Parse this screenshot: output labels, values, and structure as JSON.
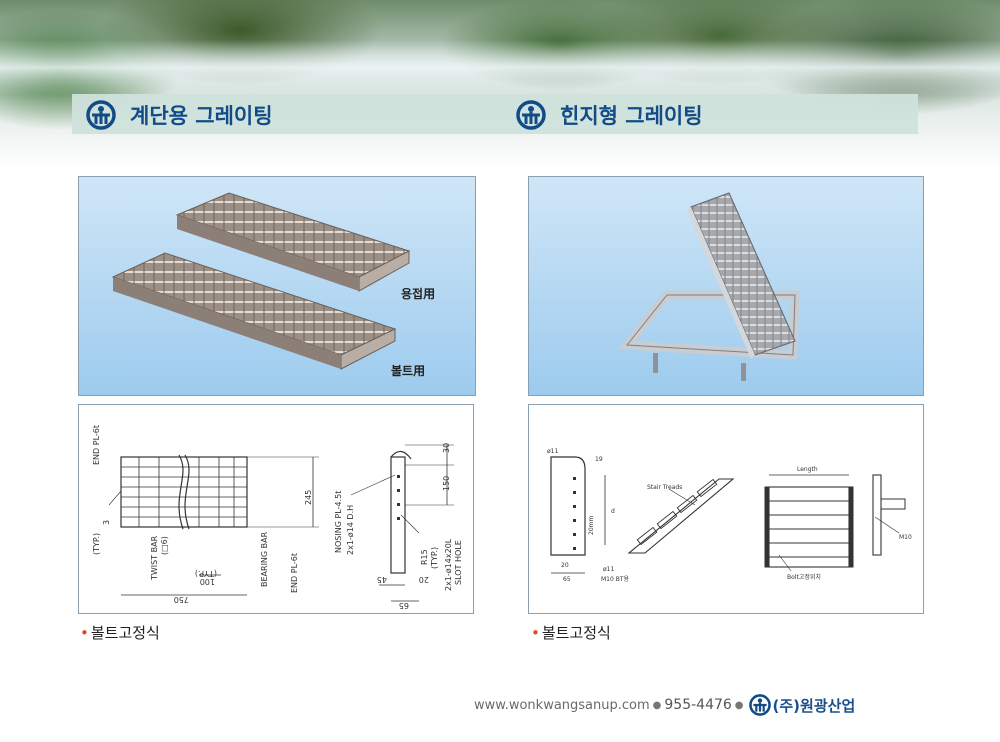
{
  "header": {
    "left_title": "계단용 그레이팅",
    "right_title": "힌지형 그레이팅"
  },
  "left_photo": {
    "label_top": "용접用",
    "label_bottom": "볼트用"
  },
  "left_drawing": {
    "labels": {
      "end_pl": "END PL-6t",
      "typ": "(TYP.)",
      "weld": "3",
      "twist_bar": "TWIST BAR",
      "twist_size": "(□6)",
      "pitch_typ": "(TYP.)",
      "pitch": "100",
      "bearing_bar": "BEARING BAR",
      "end_pl2": "END PL-6t",
      "length": "750",
      "height_245": "245",
      "nosing": "NOSING PL-4.5t",
      "hole": "2x1-ø14 D.H",
      "dim_30": "30",
      "dim_150": "150",
      "r15": "R15",
      "r15_typ": "(TYP.)",
      "slot": "2x1-ø14x20L",
      "slot_hole": "SLOT HOLE",
      "dim_45": "45",
      "dim_20": "20",
      "dim_65": "65"
    }
  },
  "right_drawing": {
    "labels": {
      "dia11_top": "ø11",
      "dim_19": "19",
      "dim_d": "d",
      "dim_20mm": "20mm",
      "dim_20": "20",
      "dim_65": "65",
      "dia11_bottom": "ø11",
      "bolt": "M10 BT용",
      "stair_treads": "Stair Treads",
      "length": "Length",
      "m10": "M10",
      "bolt_pos": "Bolt고정위치"
    }
  },
  "captions": {
    "left": "볼트고정식",
    "right": "볼트고정식"
  },
  "footer": {
    "website": "www.wonkwangsanup.com",
    "phone": "955-4476",
    "company": "(주)원광산업"
  },
  "colors": {
    "title_blue": "#124b88",
    "title_bar": "#cfe2db",
    "caption_dot": "#e2482a"
  }
}
